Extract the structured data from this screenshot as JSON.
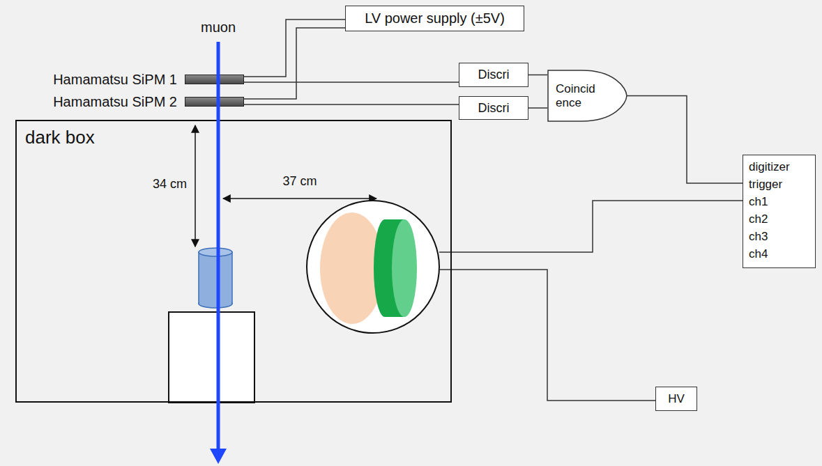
{
  "diagram": {
    "nodes": [
      {
        "text": [
          "LV power supply (±5V)"
        ]
      },
      {
        "text": [
          "Hamamatsu SiPM 1"
        ]
      },
      {
        "text": [
          "Discri"
        ]
      },
      {
        "text": [
          "Coincid ence"
        ]
      },
      {
        "text": [
          "Hamamatsu SiPM 2"
        ]
      },
      {
        "text": [
          "Discri"
        ]
      },
      {
        "text": [
          "dark box"
        ]
      },
      {
        "text": [
          "digitizer",
          "trigger",
          "ch1",
          "ch2",
          "ch3",
          "ch4"
        ]
      },
      {
        "text": [
          "HV"
        ]
      }
    ],
    "edges": [
      {
        "from": 1,
        "to": 0,
        "arrow": "none"
      },
      {
        "from": 1,
        "to": 2,
        "arrow": "none"
      },
      {
        "from": 4,
        "to": 0,
        "arrow": "none"
      },
      {
        "from": 4,
        "to": 5,
        "arrow": "none"
      },
      {
        "from": 2,
        "to": 3,
        "arrow": "none"
      },
      {
        "from": 5,
        "to": 3,
        "arrow": "none"
      },
      {
        "from": 3,
        "to": 7,
        "arrow": "none"
      }
    ],
    "labels": [
      "muon",
      "34 cm",
      "37 cm"
    ]
  }
}
